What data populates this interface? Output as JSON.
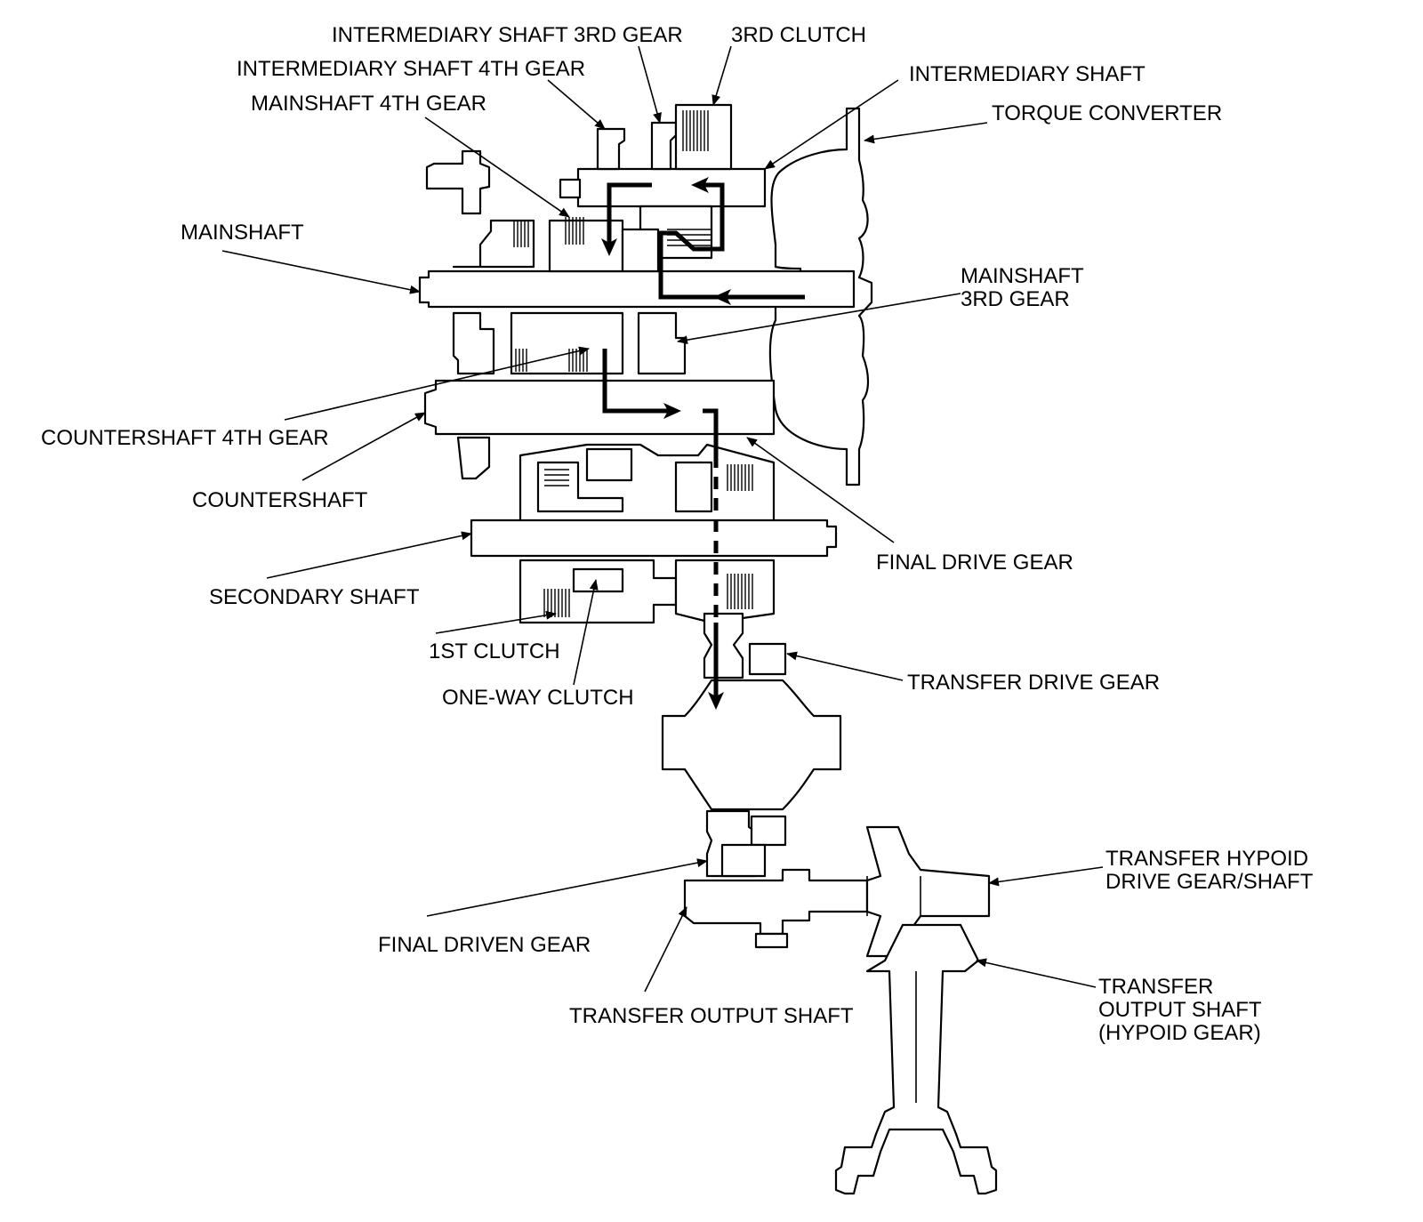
{
  "labels": {
    "int_shaft_3rd_gear": "INTERMEDIARY SHAFT 3RD GEAR",
    "third_clutch": "3RD CLUTCH",
    "int_shaft_4th_gear": "INTERMEDIARY SHAFT 4TH GEAR",
    "intermediary_shaft": "INTERMEDIARY SHAFT",
    "mainshaft_4th_gear": "MAINSHAFT 4TH GEAR",
    "torque_converter": "TORQUE CONVERTER",
    "mainshaft": "MAINSHAFT",
    "mainshaft_3rd_gear_l1": "MAINSHAFT",
    "mainshaft_3rd_gear_l2": "3RD GEAR",
    "countershaft_4th_gear": "COUNTERSHAFT 4TH GEAR",
    "countershaft": "COUNTERSHAFT",
    "final_drive_gear": "FINAL DRIVE GEAR",
    "secondary_shaft": "SECONDARY SHAFT",
    "first_clutch": "1ST CLUTCH",
    "one_way_clutch": "ONE-WAY CLUTCH",
    "transfer_drive_gear": "TRANSFER DRIVE GEAR",
    "transfer_hypoid_l1": "TRANSFER HYPOID",
    "transfer_hypoid_l2": "DRIVE GEAR/SHAFT",
    "final_driven_gear": "FINAL DRIVEN GEAR",
    "transfer_output_shaft": "TRANSFER OUTPUT SHAFT",
    "transfer_output_hypoid_l1": "TRANSFER",
    "transfer_output_hypoid_l2": "OUTPUT SHAFT",
    "transfer_output_hypoid_l3": "(HYPOID GEAR)"
  }
}
